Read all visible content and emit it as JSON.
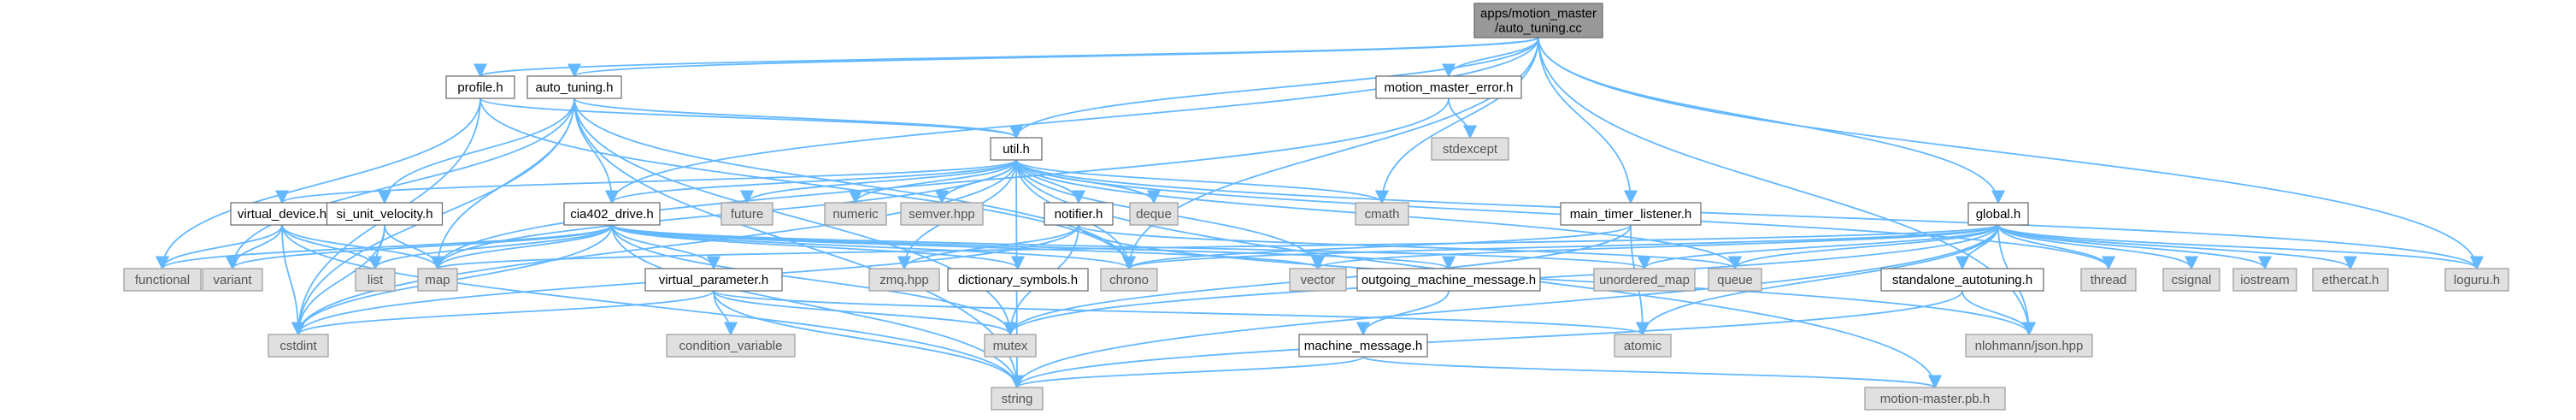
{
  "colors": {
    "edge": "#63b8ff",
    "root_fill": "#999999",
    "header_fill": "#ffffff",
    "header_border": "#666666",
    "system_fill": "#e0e0e0",
    "system_border": "#999999",
    "text": "#000000"
  },
  "nodes": {
    "root": {
      "lines": [
        "apps/motion_master",
        "/auto_tuning.cc"
      ],
      "kind": "root"
    },
    "profile": {
      "lines": [
        "profile.h"
      ],
      "kind": "header"
    },
    "auto_tuning": {
      "lines": [
        "auto_tuning.h"
      ],
      "kind": "header"
    },
    "mm_error": {
      "lines": [
        "motion_master_error.h"
      ],
      "kind": "header"
    },
    "stdexcept": {
      "lines": [
        "stdexcept"
      ],
      "kind": "system"
    },
    "util": {
      "lines": [
        "util.h"
      ],
      "kind": "header"
    },
    "virtual_device": {
      "lines": [
        "virtual_device.h"
      ],
      "kind": "header"
    },
    "si_unit_velocity": {
      "lines": [
        "si_unit_velocity.h"
      ],
      "kind": "header"
    },
    "cia402_drive": {
      "lines": [
        "cia402_drive.h"
      ],
      "kind": "header"
    },
    "future": {
      "lines": [
        "future"
      ],
      "kind": "system"
    },
    "numeric": {
      "lines": [
        "numeric"
      ],
      "kind": "system"
    },
    "semver": {
      "lines": [
        "semver.hpp"
      ],
      "kind": "system"
    },
    "notifier": {
      "lines": [
        "notifier.h"
      ],
      "kind": "header"
    },
    "deque": {
      "lines": [
        "deque"
      ],
      "kind": "system"
    },
    "cmath": {
      "lines": [
        "cmath"
      ],
      "kind": "system"
    },
    "main_timer_listener": {
      "lines": [
        "main_timer_listener.h"
      ],
      "kind": "header"
    },
    "global": {
      "lines": [
        "global.h"
      ],
      "kind": "header"
    },
    "functional": {
      "lines": [
        "functional"
      ],
      "kind": "system"
    },
    "variant": {
      "lines": [
        "variant"
      ],
      "kind": "system"
    },
    "list": {
      "lines": [
        "list"
      ],
      "kind": "system"
    },
    "map": {
      "lines": [
        "map"
      ],
      "kind": "system"
    },
    "zmq": {
      "lines": [
        "zmq.hpp"
      ],
      "kind": "system"
    },
    "chrono": {
      "lines": [
        "chrono"
      ],
      "kind": "system"
    },
    "dictionary_symbols": {
      "lines": [
        "dictionary_symbols.h"
      ],
      "kind": "header"
    },
    "vector": {
      "lines": [
        "vector"
      ],
      "kind": "system"
    },
    "outgoing_machine_message": {
      "lines": [
        "outgoing_machine_message.h"
      ],
      "kind": "header"
    },
    "unordered_map": {
      "lines": [
        "unordered_map"
      ],
      "kind": "system"
    },
    "queue": {
      "lines": [
        "queue"
      ],
      "kind": "system"
    },
    "standalone_autotuning": {
      "lines": [
        "standalone_autotuning.h"
      ],
      "kind": "header"
    },
    "thread": {
      "lines": [
        "thread"
      ],
      "kind": "system"
    },
    "csignal": {
      "lines": [
        "csignal"
      ],
      "kind": "system"
    },
    "iostream": {
      "lines": [
        "iostream"
      ],
      "kind": "system"
    },
    "ethercat": {
      "lines": [
        "ethercat.h"
      ],
      "kind": "system"
    },
    "loguru": {
      "lines": [
        "loguru.h"
      ],
      "kind": "system"
    },
    "virtual_parameter": {
      "lines": [
        "virtual_parameter.h"
      ],
      "kind": "header"
    },
    "cstdint": {
      "lines": [
        "cstdint"
      ],
      "kind": "system"
    },
    "condition_variable": {
      "lines": [
        "condition_variable"
      ],
      "kind": "system"
    },
    "mutex": {
      "lines": [
        "mutex"
      ],
      "kind": "system"
    },
    "machine_message": {
      "lines": [
        "machine_message.h"
      ],
      "kind": "header"
    },
    "atomic": {
      "lines": [
        "atomic"
      ],
      "kind": "system"
    },
    "nlohmann_json": {
      "lines": [
        "nlohmann/json.hpp"
      ],
      "kind": "system"
    },
    "string": {
      "lines": [
        "string"
      ],
      "kind": "system"
    },
    "motion_master_pb": {
      "lines": [
        "motion-master.pb.h"
      ],
      "kind": "system"
    }
  },
  "edges": [
    [
      "root",
      "profile"
    ],
    [
      "root",
      "auto_tuning"
    ],
    [
      "root",
      "mm_error"
    ],
    [
      "root",
      "util"
    ],
    [
      "root",
      "cia402_drive"
    ],
    [
      "root",
      "cmath"
    ],
    [
      "root",
      "main_timer_listener"
    ],
    [
      "root",
      "global"
    ],
    [
      "root",
      "chrono"
    ],
    [
      "root",
      "loguru"
    ],
    [
      "root",
      "nlohmann_json"
    ],
    [
      "profile",
      "functional"
    ],
    [
      "profile",
      "cstdint"
    ],
    [
      "profile",
      "util"
    ],
    [
      "profile",
      "chrono"
    ],
    [
      "auto_tuning",
      "cia402_drive"
    ],
    [
      "auto_tuning",
      "util"
    ],
    [
      "auto_tuning",
      "si_unit_velocity"
    ],
    [
      "auto_tuning",
      "map"
    ],
    [
      "auto_tuning",
      "variant"
    ],
    [
      "auto_tuning",
      "cstdint"
    ],
    [
      "auto_tuning",
      "chrono"
    ],
    [
      "auto_tuning",
      "mutex"
    ],
    [
      "auto_tuning",
      "string"
    ],
    [
      "mm_error",
      "stdexcept"
    ],
    [
      "mm_error",
      "map"
    ],
    [
      "util",
      "virtual_device"
    ],
    [
      "util",
      "cia402_drive"
    ],
    [
      "util",
      "future"
    ],
    [
      "util",
      "numeric"
    ],
    [
      "util",
      "semver"
    ],
    [
      "util",
      "notifier"
    ],
    [
      "util",
      "deque"
    ],
    [
      "util",
      "cmath"
    ],
    [
      "util",
      "chrono"
    ],
    [
      "util",
      "zmq"
    ],
    [
      "util",
      "string"
    ],
    [
      "util",
      "map"
    ],
    [
      "util",
      "queue"
    ],
    [
      "util",
      "thread"
    ],
    [
      "util",
      "loguru"
    ],
    [
      "util",
      "vector"
    ],
    [
      "util",
      "cstdint"
    ],
    [
      "virtual_device",
      "functional"
    ],
    [
      "virtual_device",
      "variant"
    ],
    [
      "virtual_device",
      "list"
    ],
    [
      "virtual_device",
      "map"
    ],
    [
      "virtual_device",
      "cstdint"
    ],
    [
      "virtual_device",
      "string"
    ],
    [
      "si_unit_velocity",
      "list"
    ],
    [
      "si_unit_velocity",
      "map"
    ],
    [
      "si_unit_velocity",
      "cstdint"
    ],
    [
      "cia402_drive",
      "variant"
    ],
    [
      "cia402_drive",
      "list"
    ],
    [
      "cia402_drive",
      "map"
    ],
    [
      "cia402_drive",
      "functional"
    ],
    [
      "cia402_drive",
      "cstdint"
    ],
    [
      "cia402_drive",
      "virtual_parameter"
    ],
    [
      "cia402_drive",
      "dictionary_symbols"
    ],
    [
      "cia402_drive",
      "chrono"
    ],
    [
      "cia402_drive",
      "vector"
    ],
    [
      "cia402_drive",
      "outgoing_machine_message"
    ],
    [
      "cia402_drive",
      "unordered_map"
    ],
    [
      "cia402_drive",
      "mutex"
    ],
    [
      "cia402_drive",
      "string"
    ],
    [
      "notifier",
      "zmq"
    ],
    [
      "notifier",
      "mutex"
    ],
    [
      "notifier",
      "cstdint"
    ],
    [
      "notifier",
      "queue"
    ],
    [
      "notifier",
      "nlohmann_json"
    ],
    [
      "main_timer_listener",
      "atomic"
    ],
    [
      "main_timer_listener",
      "mutex"
    ],
    [
      "main_timer_listener",
      "chrono"
    ],
    [
      "global",
      "map"
    ],
    [
      "global",
      "chrono"
    ],
    [
      "global",
      "vector"
    ],
    [
      "global",
      "unordered_map"
    ],
    [
      "global",
      "queue"
    ],
    [
      "global",
      "standalone_autotuning"
    ],
    [
      "global",
      "thread"
    ],
    [
      "global",
      "csignal"
    ],
    [
      "global",
      "iostream"
    ],
    [
      "global",
      "ethercat"
    ],
    [
      "global",
      "loguru"
    ],
    [
      "global",
      "mutex"
    ],
    [
      "global",
      "atomic"
    ],
    [
      "global",
      "string"
    ],
    [
      "global",
      "nlohmann_json"
    ],
    [
      "virtual_parameter",
      "cstdint"
    ],
    [
      "virtual_parameter",
      "condition_variable"
    ],
    [
      "virtual_parameter",
      "mutex"
    ],
    [
      "virtual_parameter",
      "string"
    ],
    [
      "virtual_parameter",
      "atomic"
    ],
    [
      "outgoing_machine_message",
      "machine_message"
    ],
    [
      "machine_message",
      "string"
    ],
    [
      "machine_message",
      "motion_master_pb"
    ],
    [
      "standalone_autotuning",
      "nlohmann_json"
    ],
    [
      "standalone_autotuning",
      "string"
    ],
    [
      "util",
      "motion_master_pb"
    ]
  ]
}
